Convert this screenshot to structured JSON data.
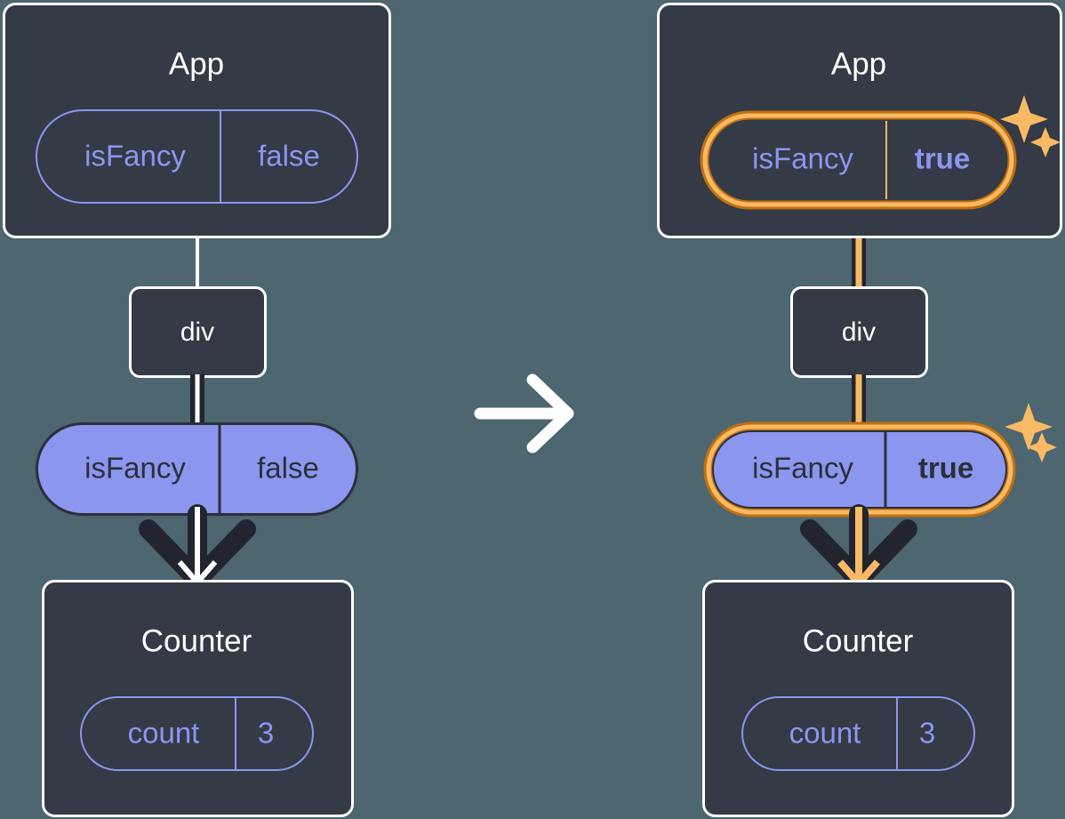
{
  "colors": {
    "background": "#4d6670",
    "box_fill": "#343a46",
    "box_border": "#ffffff",
    "accent_purple": "#8b96ef",
    "highlight_outer": "#c2700f",
    "highlight_inner": "#fab964",
    "line_dark": "#22252f",
    "text_dark": "#2b303b"
  },
  "panels": [
    {
      "id": "before",
      "app": {
        "title": "App",
        "prop": {
          "name": "isFancy",
          "value": "false",
          "highlighted": false,
          "bold_value": false
        }
      },
      "div": {
        "label": "div"
      },
      "prop_pill": {
        "name": "isFancy",
        "value": "false",
        "highlighted": false,
        "bold_value": false
      },
      "counter": {
        "title": "Counter",
        "state": {
          "name": "count",
          "value": "3"
        }
      },
      "sparkles": false
    },
    {
      "id": "after",
      "app": {
        "title": "App",
        "prop": {
          "name": "isFancy",
          "value": "true",
          "highlighted": true,
          "bold_value": true
        }
      },
      "div": {
        "label": "div"
      },
      "prop_pill": {
        "name": "isFancy",
        "value": "true",
        "highlighted": true,
        "bold_value": true
      },
      "counter": {
        "title": "Counter",
        "state": {
          "name": "count",
          "value": "3"
        }
      },
      "sparkles": true
    }
  ],
  "transition": {
    "icon": "arrow-right-icon",
    "label": "→"
  }
}
